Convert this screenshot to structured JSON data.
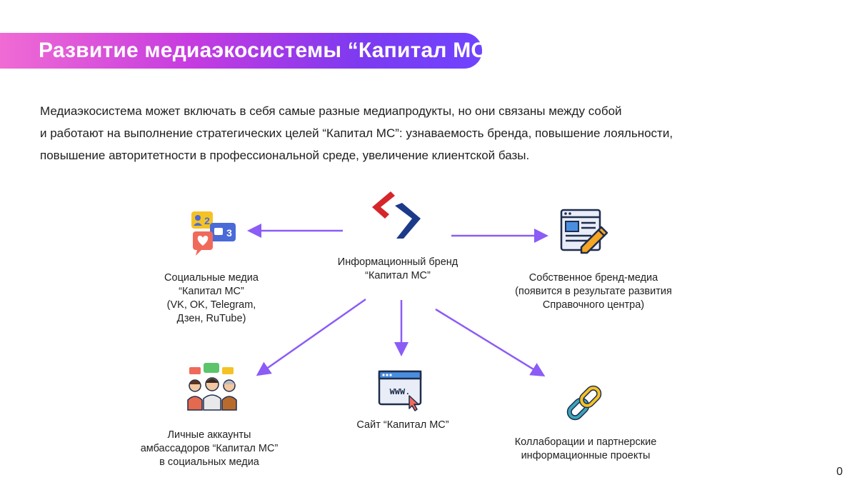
{
  "title": "Развитие медиаэкосистемы “Капитал МС”",
  "intro": {
    "line1": "Медиаэкосистема может включать в себя самые разные медиапродукты, но они связаны между собой",
    "line2": "и работают на выполнение стратегических целей “Капитал МС”: узнаваемость бренда, повышение лояльности,",
    "line3": "повышение авторитетности в профессиональной среде, увеличение клиентской базы."
  },
  "center": {
    "line1": "Информационный бренд",
    "line2": "“Капитал МС”",
    "icon": "kapital-ms-logo"
  },
  "nodes": {
    "social": {
      "line1": "Социальные медиа",
      "line2": "“Капитал МС”",
      "line3": "(VK, OK, Telegram,",
      "line4": "Дзен, RuTube)",
      "icon": "social-media-icon",
      "badge1": "2",
      "badge2": "3"
    },
    "brand_media": {
      "line1": "Собственное бренд-медиа",
      "line2": "(появится в результате развития",
      "line3": "Справочного центра)",
      "icon": "article-pencil-icon"
    },
    "ambassadors": {
      "line1": "Личные аккаунты",
      "line2": "амбассадоров “Капитал МС”",
      "line3": "в социальных медиа",
      "icon": "people-chat-icon"
    },
    "website": {
      "line1": "Сайт “Капитал МС”",
      "icon": "website-browser-icon",
      "www": "WWW."
    },
    "collab": {
      "line1": "Коллаборации и партнерские",
      "line2": "информационные проекты",
      "icon": "chain-link-icon"
    }
  },
  "page_number": "0",
  "colors": {
    "arrow": "#8b5cf6",
    "gradient_start": "#f06bd4",
    "gradient_end": "#6f43ff",
    "logo_red": "#d6252b",
    "logo_blue": "#1b3a8a"
  }
}
